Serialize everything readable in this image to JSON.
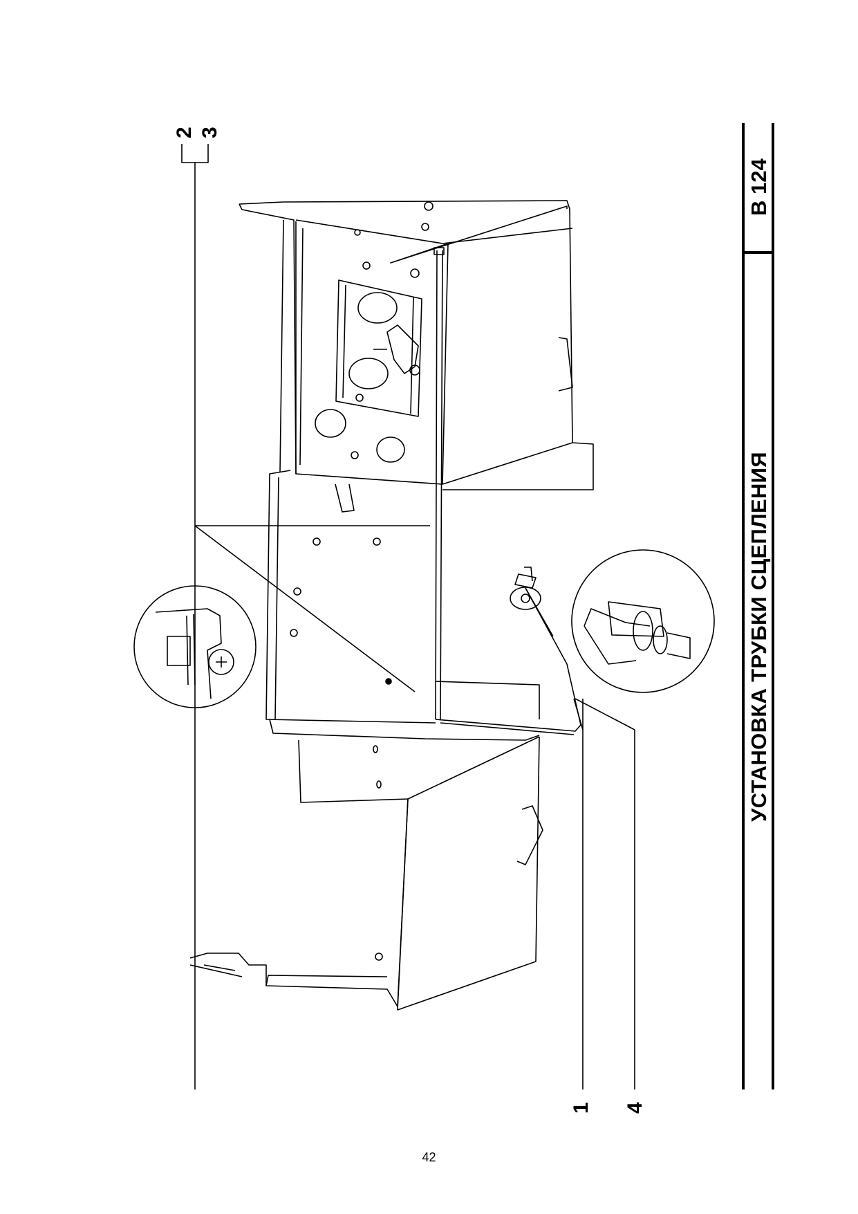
{
  "document": {
    "title": "УСТАНОВКА ТРУБКИ СЦЕПЛЕНИЯ",
    "code": "B 124",
    "page_number": "42"
  },
  "callouts": {
    "c1": "1",
    "c2": "2",
    "c3": "3",
    "c4": "4"
  },
  "colors": {
    "ink": "#000000",
    "paper": "#ffffff"
  }
}
